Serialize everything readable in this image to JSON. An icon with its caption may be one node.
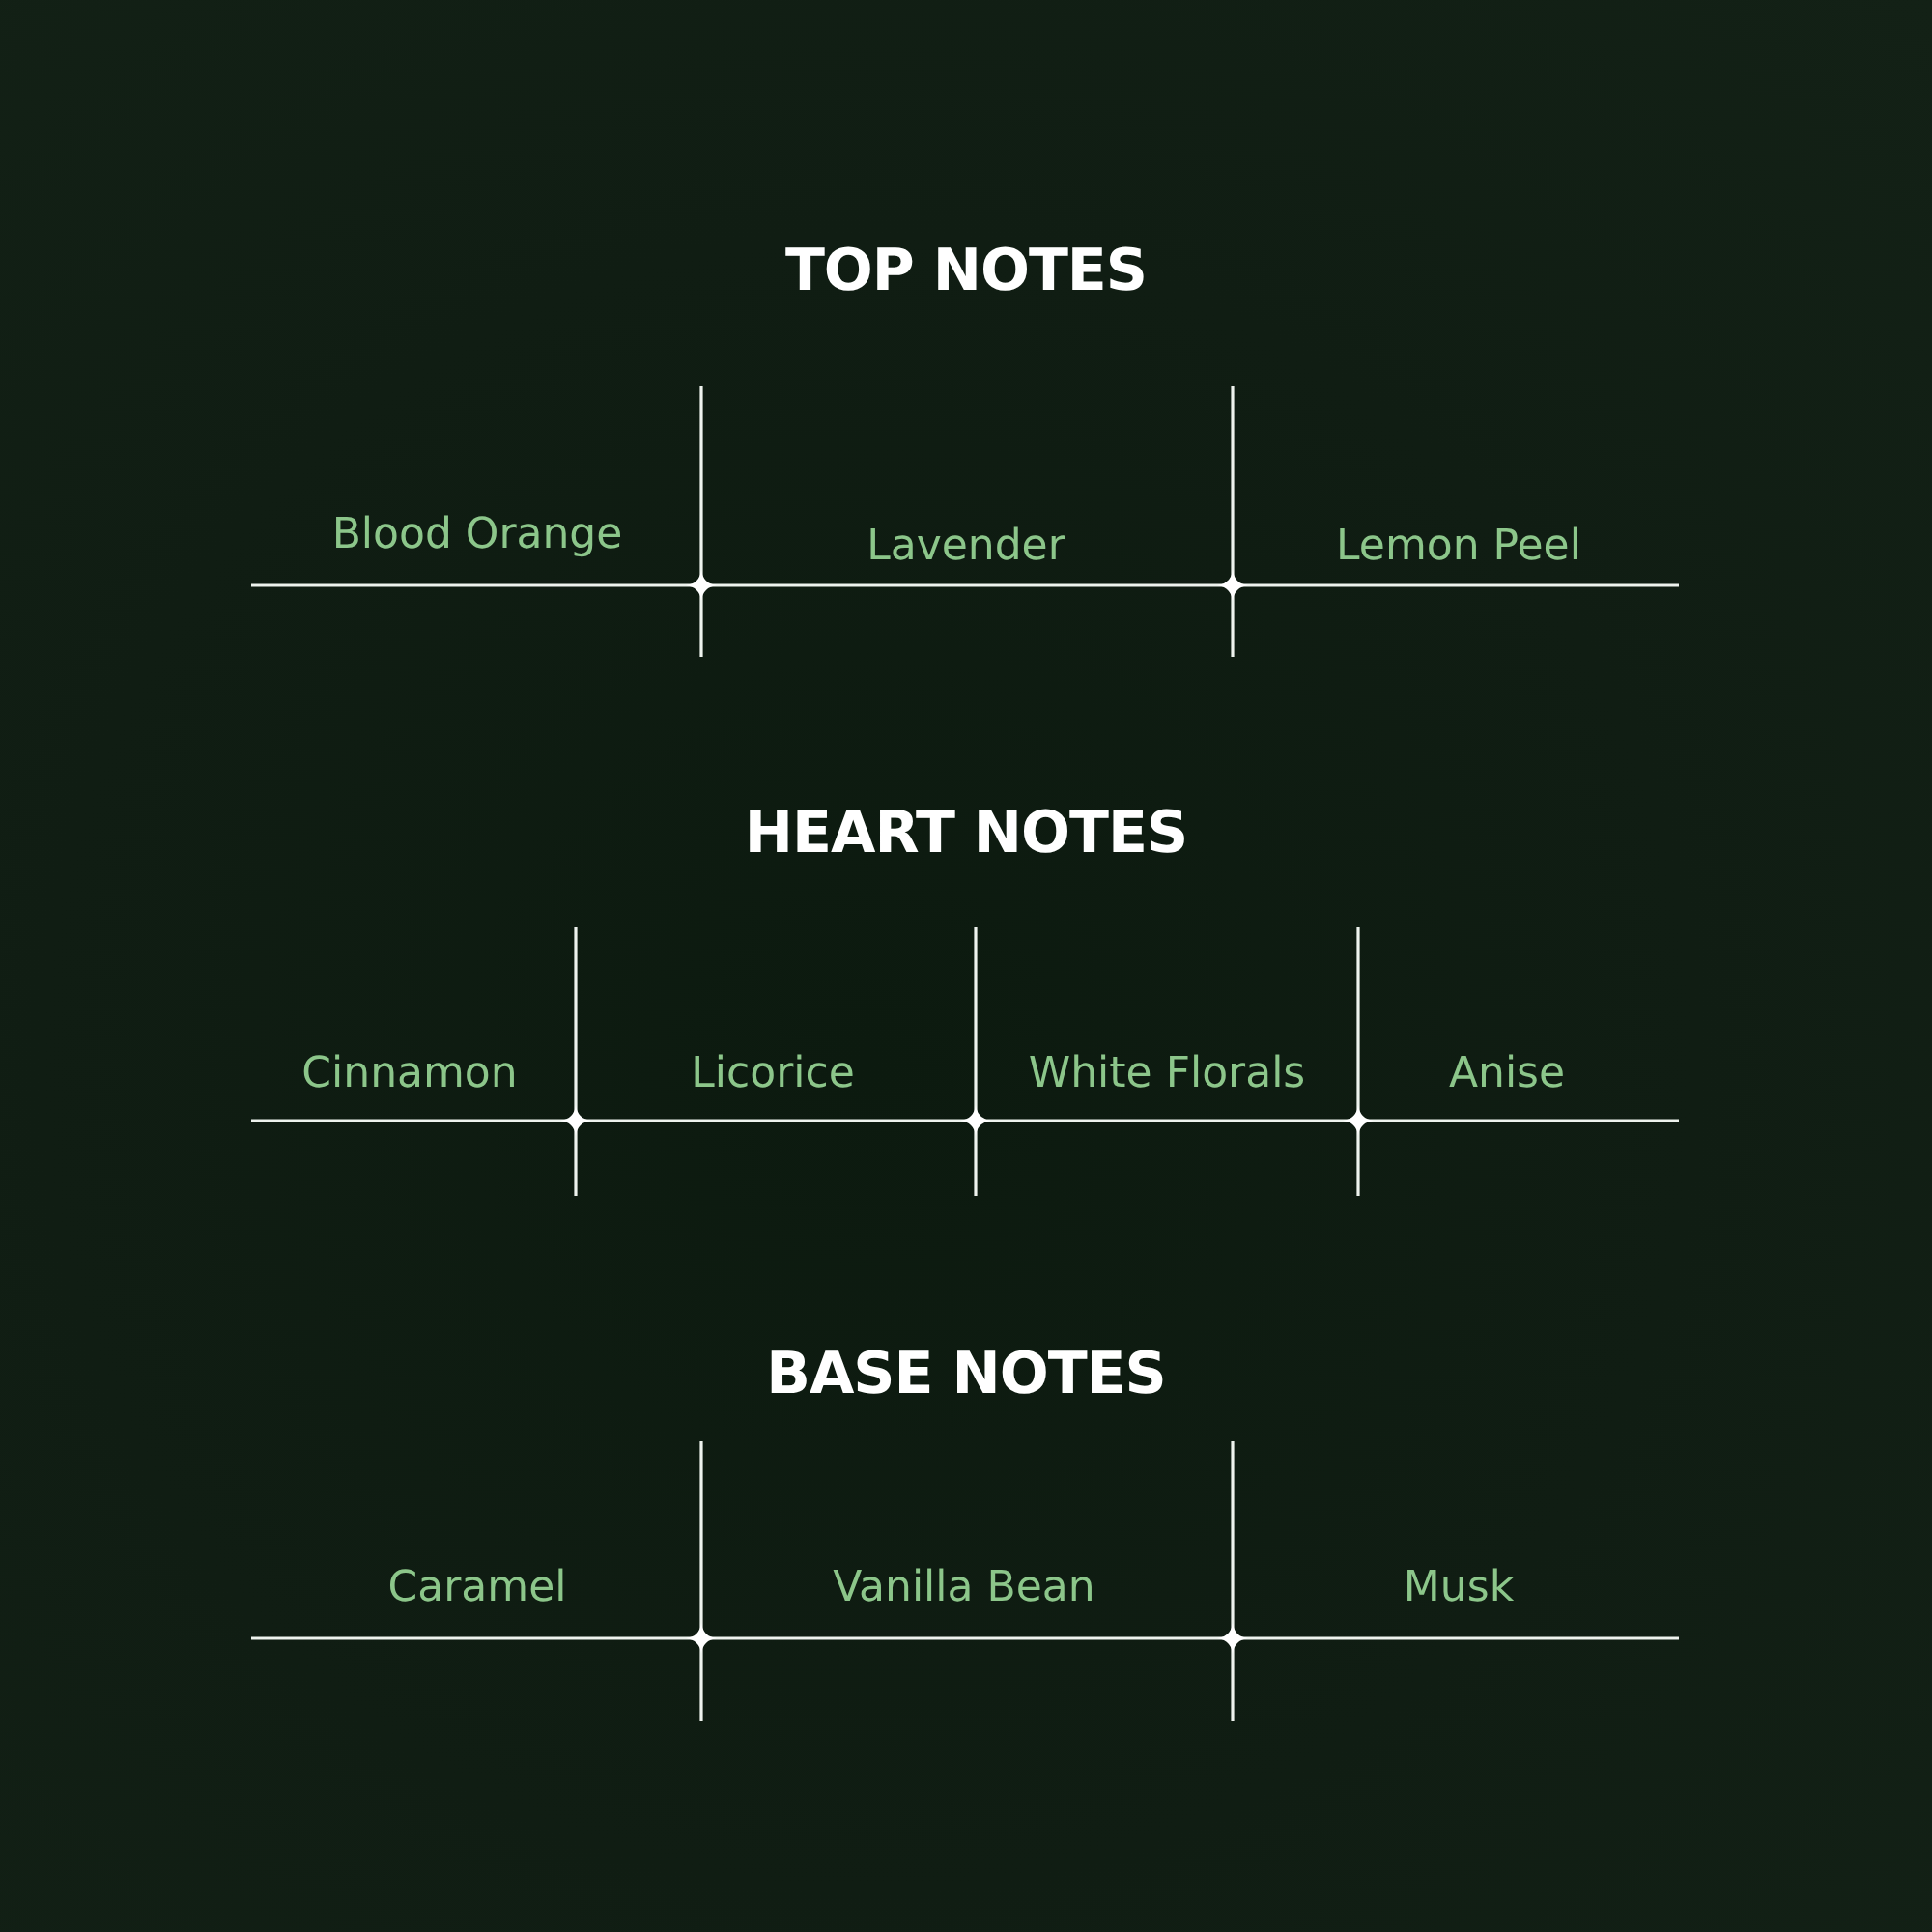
{
  "diagram": {
    "labels": [
      "TOP NOTES",
      "Blood Orange",
      "Lavender",
      "Lemon Peel",
      "HEART NOTES",
      "Cinnamon",
      "Licorice",
      "White Florals",
      "Anise",
      "BASE NOTES",
      "Caramel",
      "Vanilla Bean",
      "Musk"
    ]
  }
}
